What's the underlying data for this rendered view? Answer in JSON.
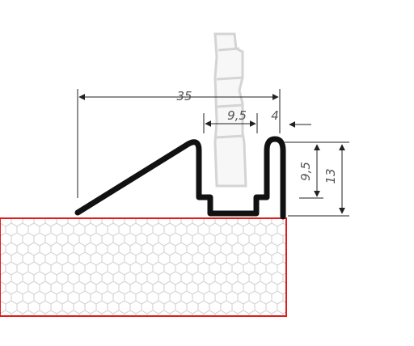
{
  "dimensions": {
    "overall_width": "35",
    "slot_width": "9,5",
    "lip_width": "4",
    "slot_depth": "9,5",
    "overall_height": "13"
  },
  "colors": {
    "profile": "#111111",
    "dimension_lines": "#222222",
    "panel_border": "#e01b1b",
    "panel_fill": "#f4f4f4",
    "hex_pattern": "#d6d6d6",
    "insert_outline": "#d4d4d4"
  }
}
